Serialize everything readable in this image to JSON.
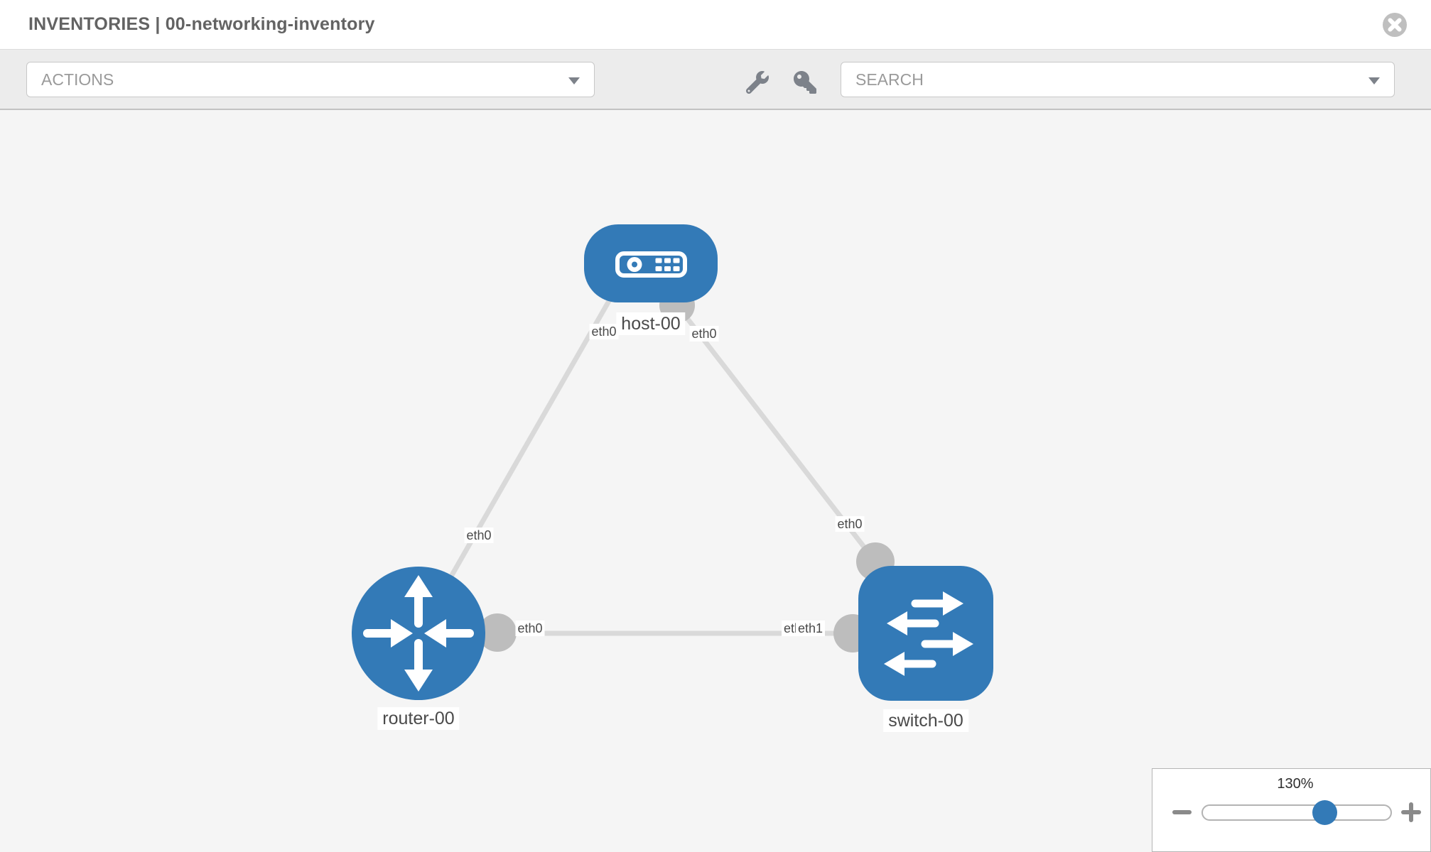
{
  "header": {
    "title": "INVENTORIES | 00-networking-inventory"
  },
  "toolbar": {
    "actions_label": "ACTIONS",
    "search_label": "SEARCH",
    "icons": [
      "wrench-icon",
      "key-icon"
    ]
  },
  "topology": {
    "colors": {
      "node_blue": "#337ab7",
      "link_gray": "#d9d9d9",
      "port_gray": "#bdbdbd",
      "canvas_bg": "#f5f5f5"
    },
    "nodes": [
      {
        "label": "host-00",
        "type": "host"
      },
      {
        "label": "router-00",
        "type": "router"
      },
      {
        "label": "switch-00",
        "type": "switch"
      }
    ],
    "links": [
      {
        "from": "host-00",
        "from_port": "eth0",
        "to": "router-00",
        "to_port": "eth0"
      },
      {
        "from": "host-00",
        "from_port": "eth0",
        "to": "switch-00",
        "to_port": "eth0"
      },
      {
        "from": "router-00",
        "from_port": "eth0",
        "to": "switch-00",
        "to_port": "eth1"
      }
    ],
    "port_labels": [
      "eth0",
      "eth0",
      "eth0",
      "eth0",
      "eth0",
      "eth1",
      "eth1"
    ]
  },
  "zoom_control": {
    "value": "130%"
  }
}
